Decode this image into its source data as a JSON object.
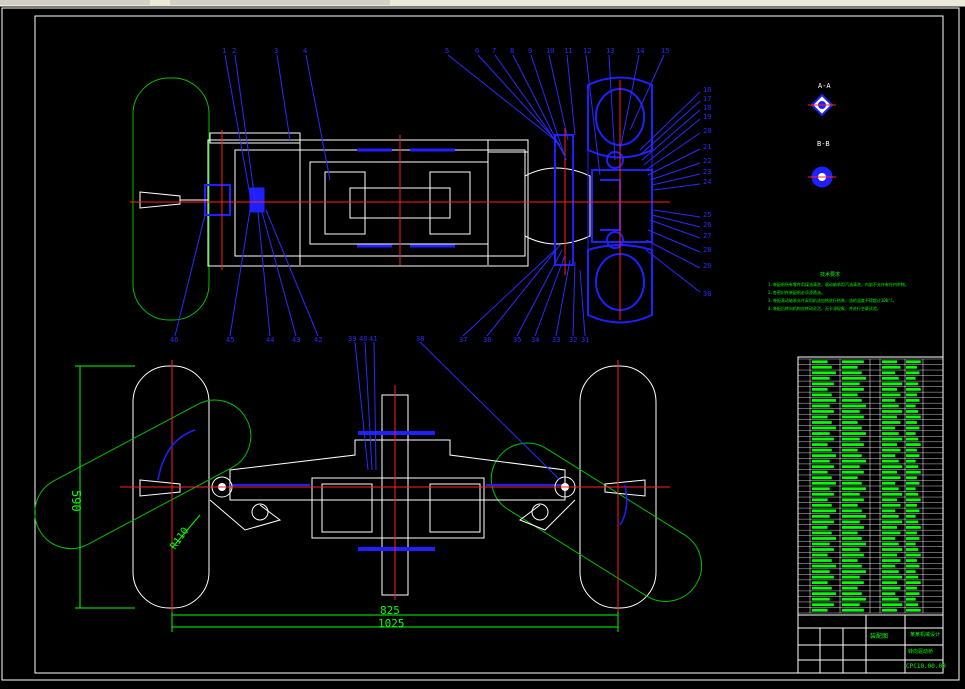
{
  "window": {
    "toolbar_present": true
  },
  "drawing": {
    "colors": {
      "background": "#000000",
      "frame": "#ffffff",
      "leader": "#2a2aff",
      "part_blue": "#2020ff",
      "tire_green": "#00c000",
      "center_red": "#ff2020",
      "dim_green": "#00ff00",
      "outline_white": "#ffffff"
    },
    "balloons_top": [
      "1",
      "2",
      "3",
      "4",
      "5",
      "6",
      "7",
      "8",
      "9",
      "10",
      "11",
      "12",
      "13",
      "14",
      "15"
    ],
    "balloons_right": [
      "16",
      "17",
      "18",
      "19",
      "20",
      "21",
      "22",
      "23",
      "24",
      "25",
      "26",
      "27",
      "28",
      "29",
      "30"
    ],
    "balloons_bottom_top_view": [
      "46",
      "45",
      "44",
      "43",
      "42",
      "37",
      "36",
      "35",
      "34",
      "33",
      "32",
      "31"
    ],
    "balloons_mid": [
      "39",
      "40",
      "41",
      "38"
    ],
    "section_labels": {
      "a": "A-A",
      "b": "B-B"
    },
    "dimensions": {
      "height": "590",
      "radius": "R110",
      "width_inner": "825",
      "width_outer": "1025"
    },
    "notes_title": "技术要求",
    "notes_lines": [
      "1.装配前所有零件用煤油清洗，滚动轴承用汽油清洗，内部不允许有任何杂物。",
      "2.各密封件装配前必须浸透油。",
      "3.装配滚动轴承允许采用机油加热进行热装，油的温度不得超过100°C。",
      "4.装配后转向机构应转动灵活，无卡滞现象，并进行空载试验。"
    ],
    "title_block": {
      "drawing_name": "转向驱动桥",
      "part_label": "装配图",
      "drawing_no": "CPC10.00.00",
      "company": "某某机械设计"
    },
    "bom_row_count": 46
  }
}
